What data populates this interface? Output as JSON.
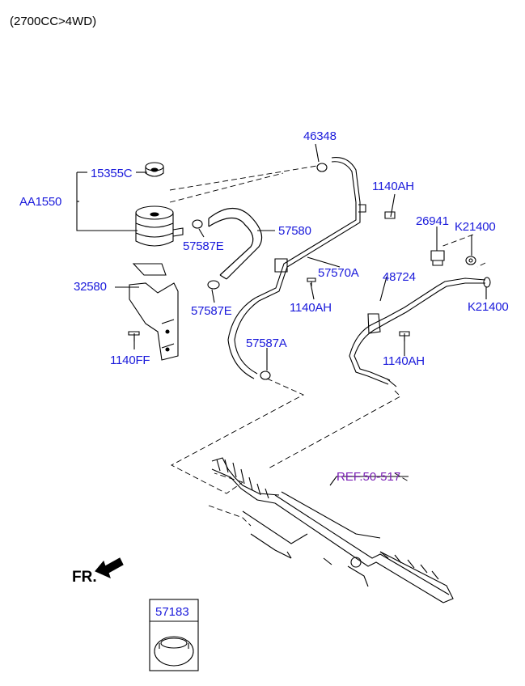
{
  "header": {
    "engine_spec": "(2700CC>4WD)"
  },
  "callouts": {
    "p46348": "46348",
    "p15355C": "15355C",
    "pAA1550": "AA1550",
    "p57580": "57580",
    "p57587E_top": "57587E",
    "p57587E_bottom": "57587E",
    "p32580": "32580",
    "p1140FF": "1140FF",
    "p1140AH_top": "1140AH",
    "p1140AH_mid": "1140AH",
    "p1140AH_right": "1140AH",
    "p26941": "26941",
    "pK21400_top": "K21400",
    "pK21400_bottom": "K21400",
    "p57570A": "57570A",
    "p48724": "48724",
    "p57587A": "57587A"
  },
  "reference": {
    "label": "REF.50-517"
  },
  "orientation": {
    "label": "FR."
  },
  "detail_box": {
    "part": "57183"
  },
  "colors": {
    "callout": "#1a1adb",
    "reference": "#7a1fb5",
    "line": "#000000"
  }
}
